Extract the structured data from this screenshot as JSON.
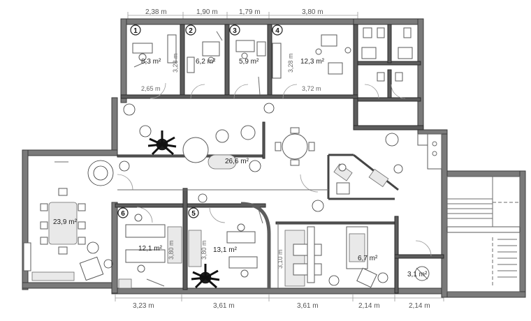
{
  "top_dimensions": [
    "2,38 m",
    "1,90 m",
    "1,79 m",
    "3,80 m"
  ],
  "bottom_dimensions": [
    "3,23 m",
    "3,61 m",
    "3,61 m",
    "2,14 m",
    "2,14 m"
  ],
  "rooms": [
    {
      "number": "1",
      "area": "8,3 m²"
    },
    {
      "number": "2",
      "area": "6,2 m²"
    },
    {
      "number": "3",
      "area": "5,9 m²"
    },
    {
      "number": "4",
      "area": "12,3 m²"
    },
    {
      "number": "5",
      "area": "13,1 m²"
    },
    {
      "number": "6",
      "area": "12,1 m²"
    }
  ],
  "other_areas": {
    "meeting": "23,9 m²",
    "lounge": "26,6 m²",
    "small_office": "6,7 m²",
    "storage": "3,1 m²"
  },
  "inner_dimensions": {
    "room1_width": "2,65 m",
    "room1_height": "3,28 m",
    "room4_width": "3,72 m",
    "room4_height": "3,28 m",
    "room6_height": "3,80 m",
    "room5_height": "3,80 m",
    "kitchen_height": "3,10 m"
  },
  "colors": {
    "wall": "#7a7a7a",
    "line": "#6b6b6b",
    "text": "#222222"
  }
}
